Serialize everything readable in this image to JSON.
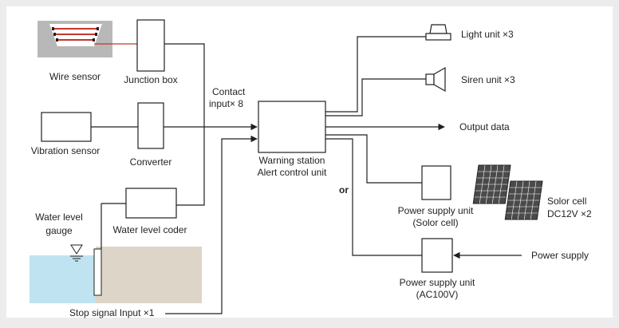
{
  "colors": {
    "panel_background": "#ececec",
    "canvas_background": "#ffffff",
    "line": "#231f20",
    "wire_sensor_line": "#c0392b",
    "water": "#bfe3f0",
    "ground": "#ddd6c8",
    "solar_cell": "#4a4a4a"
  },
  "labels": {
    "wire_sensor": "Wire sensor",
    "junction_box": "Junction box",
    "contact_input_line1": "Contact",
    "contact_input_line2": "input× 8",
    "vibration_sensor": "Vibration sensor",
    "converter": "Converter",
    "water_level_gauge_line1": "Water level",
    "water_level_gauge_line2": "gauge",
    "water_level_coder": "Water level coder",
    "stop_signal": "Stop signal Input ×1",
    "warning_station_line1": "Warning station",
    "warning_station_line2": "Alert control unit",
    "or": "or",
    "light_unit": "Light unit ×3",
    "siren_unit": "Siren unit ×3",
    "output_data": "Output data",
    "power_supply_solar_line1": "Power supply unit",
    "power_supply_solar_line2": "(Solor cell)",
    "solar_cell_line1": "Solor cell",
    "solar_cell_line2": "DC12V ×2",
    "power_supply_ac_line1": "Power supply unit",
    "power_supply_ac_line2": "(AC100V)",
    "power_supply": "Power supply"
  },
  "icons": {
    "light": "warning-light-icon",
    "siren": "siren-horn-icon",
    "solar": "solar-panel-icon",
    "water_level": "water-level-triangle-icon"
  }
}
